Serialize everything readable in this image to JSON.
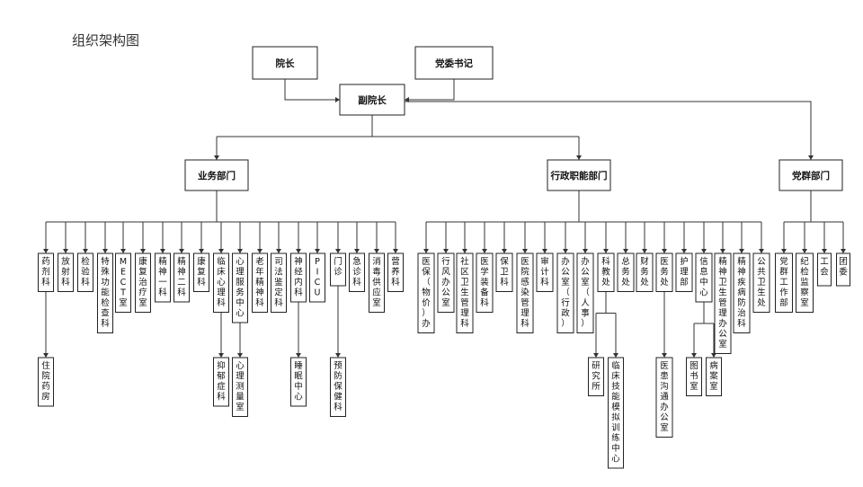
{
  "page": {
    "title": "组织架构图"
  },
  "top": {
    "president": "院长",
    "party_secretary": "党委书记",
    "vice_president": "副院长"
  },
  "divisions": [
    {
      "id": "business",
      "label": "业务部门"
    },
    {
      "id": "admin",
      "label": "行政职能部门"
    },
    {
      "id": "party",
      "label": "党群部门"
    }
  ],
  "units": [
    {
      "label": "药剂科",
      "parent": 0,
      "children": [
        "住院药房"
      ]
    },
    {
      "label": "放射科",
      "parent": 0,
      "children": []
    },
    {
      "label": "检验科",
      "parent": 0,
      "children": []
    },
    {
      "label": "特殊功能检查科",
      "parent": 0,
      "children": []
    },
    {
      "label": "MECT室",
      "parent": 0,
      "children": []
    },
    {
      "label": "康复治疗室",
      "parent": 0,
      "children": []
    },
    {
      "label": "精神一科",
      "parent": 0,
      "children": []
    },
    {
      "label": "精神二科",
      "parent": 0,
      "children": []
    },
    {
      "label": "康复科",
      "parent": 0,
      "children": []
    },
    {
      "label": "临床心理科",
      "parent": 0,
      "children": [
        "抑郁症科"
      ]
    },
    {
      "label": "心理服务中心",
      "parent": 0,
      "children": [
        "心理测量室"
      ]
    },
    {
      "label": "老年精神科",
      "parent": 0,
      "children": []
    },
    {
      "label": "司法鉴定科",
      "parent": 0,
      "children": []
    },
    {
      "label": "神经内科",
      "parent": 0,
      "children": [
        "睡眠中心"
      ]
    },
    {
      "label": "PICU",
      "parent": 0,
      "children": []
    },
    {
      "label": "门诊",
      "parent": 0,
      "children": [
        "预防保健科"
      ]
    },
    {
      "label": "急诊科",
      "parent": 0,
      "children": []
    },
    {
      "label": "消毒供应室",
      "parent": 0,
      "children": []
    },
    {
      "label": "营养科",
      "parent": 0,
      "children": []
    },
    {
      "label": "医保（物价）办",
      "parent": 1,
      "children": []
    },
    {
      "label": "行风办公室",
      "parent": 1,
      "children": []
    },
    {
      "label": "社区卫生管理科",
      "parent": 1,
      "children": []
    },
    {
      "label": "医学装备科",
      "parent": 1,
      "children": []
    },
    {
      "label": "保卫科",
      "parent": 1,
      "children": []
    },
    {
      "label": "医院感染管理科",
      "parent": 1,
      "children": []
    },
    {
      "label": "审计科",
      "parent": 1,
      "children": []
    },
    {
      "label": "办公室（行政）",
      "parent": 1,
      "children": []
    },
    {
      "label": "办公室（人事）",
      "parent": 1,
      "children": []
    },
    {
      "label": "科教处",
      "parent": 1,
      "children": [
        "研究所",
        "临床技能模拟训练中心"
      ]
    },
    {
      "label": "总务处",
      "parent": 1,
      "children": []
    },
    {
      "label": "财务处",
      "parent": 1,
      "children": []
    },
    {
      "label": "医务处",
      "parent": 1,
      "children": [
        "医患沟通办公室"
      ]
    },
    {
      "label": "护理部",
      "parent": 1,
      "children": []
    },
    {
      "label": "信息中心",
      "parent": 1,
      "children": [
        "图书室",
        "病案室"
      ]
    },
    {
      "label": "精神卫生管理办公室",
      "parent": 1,
      "children": []
    },
    {
      "label": "精神疾病防治科",
      "parent": 1,
      "children": []
    },
    {
      "label": "公共卫生处",
      "parent": 1,
      "children": []
    },
    {
      "label": "党群工作部",
      "parent": 2,
      "children": []
    },
    {
      "label": "纪检监察室",
      "parent": 2,
      "children": []
    },
    {
      "label": "工会",
      "parent": 2,
      "children": []
    },
    {
      "label": "团委",
      "parent": 2,
      "children": []
    }
  ]
}
